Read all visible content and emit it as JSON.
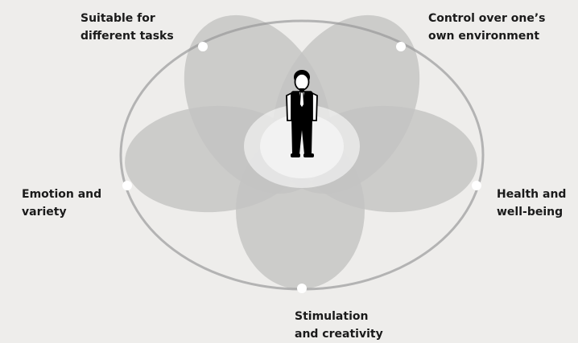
{
  "diagram": {
    "figure_icon": "office-worker-figure",
    "colors": {
      "background": "#eeedeb",
      "petal": "#adadad",
      "outer_ellipse": "#b3b3b3",
      "marker": "#ffffff"
    },
    "nodes": [
      {
        "key": "suitable",
        "line1": "Suitable for",
        "line2": "different tasks"
      },
      {
        "key": "control",
        "line1": "Control over one’s",
        "line2": "own environment"
      },
      {
        "key": "health",
        "line1": "Health and",
        "line2": "well-being"
      },
      {
        "key": "stimulation",
        "line1": "Stimulation",
        "line2": "and creativity"
      },
      {
        "key": "emotion",
        "line1": "Emotion and",
        "line2": "variety"
      }
    ]
  }
}
